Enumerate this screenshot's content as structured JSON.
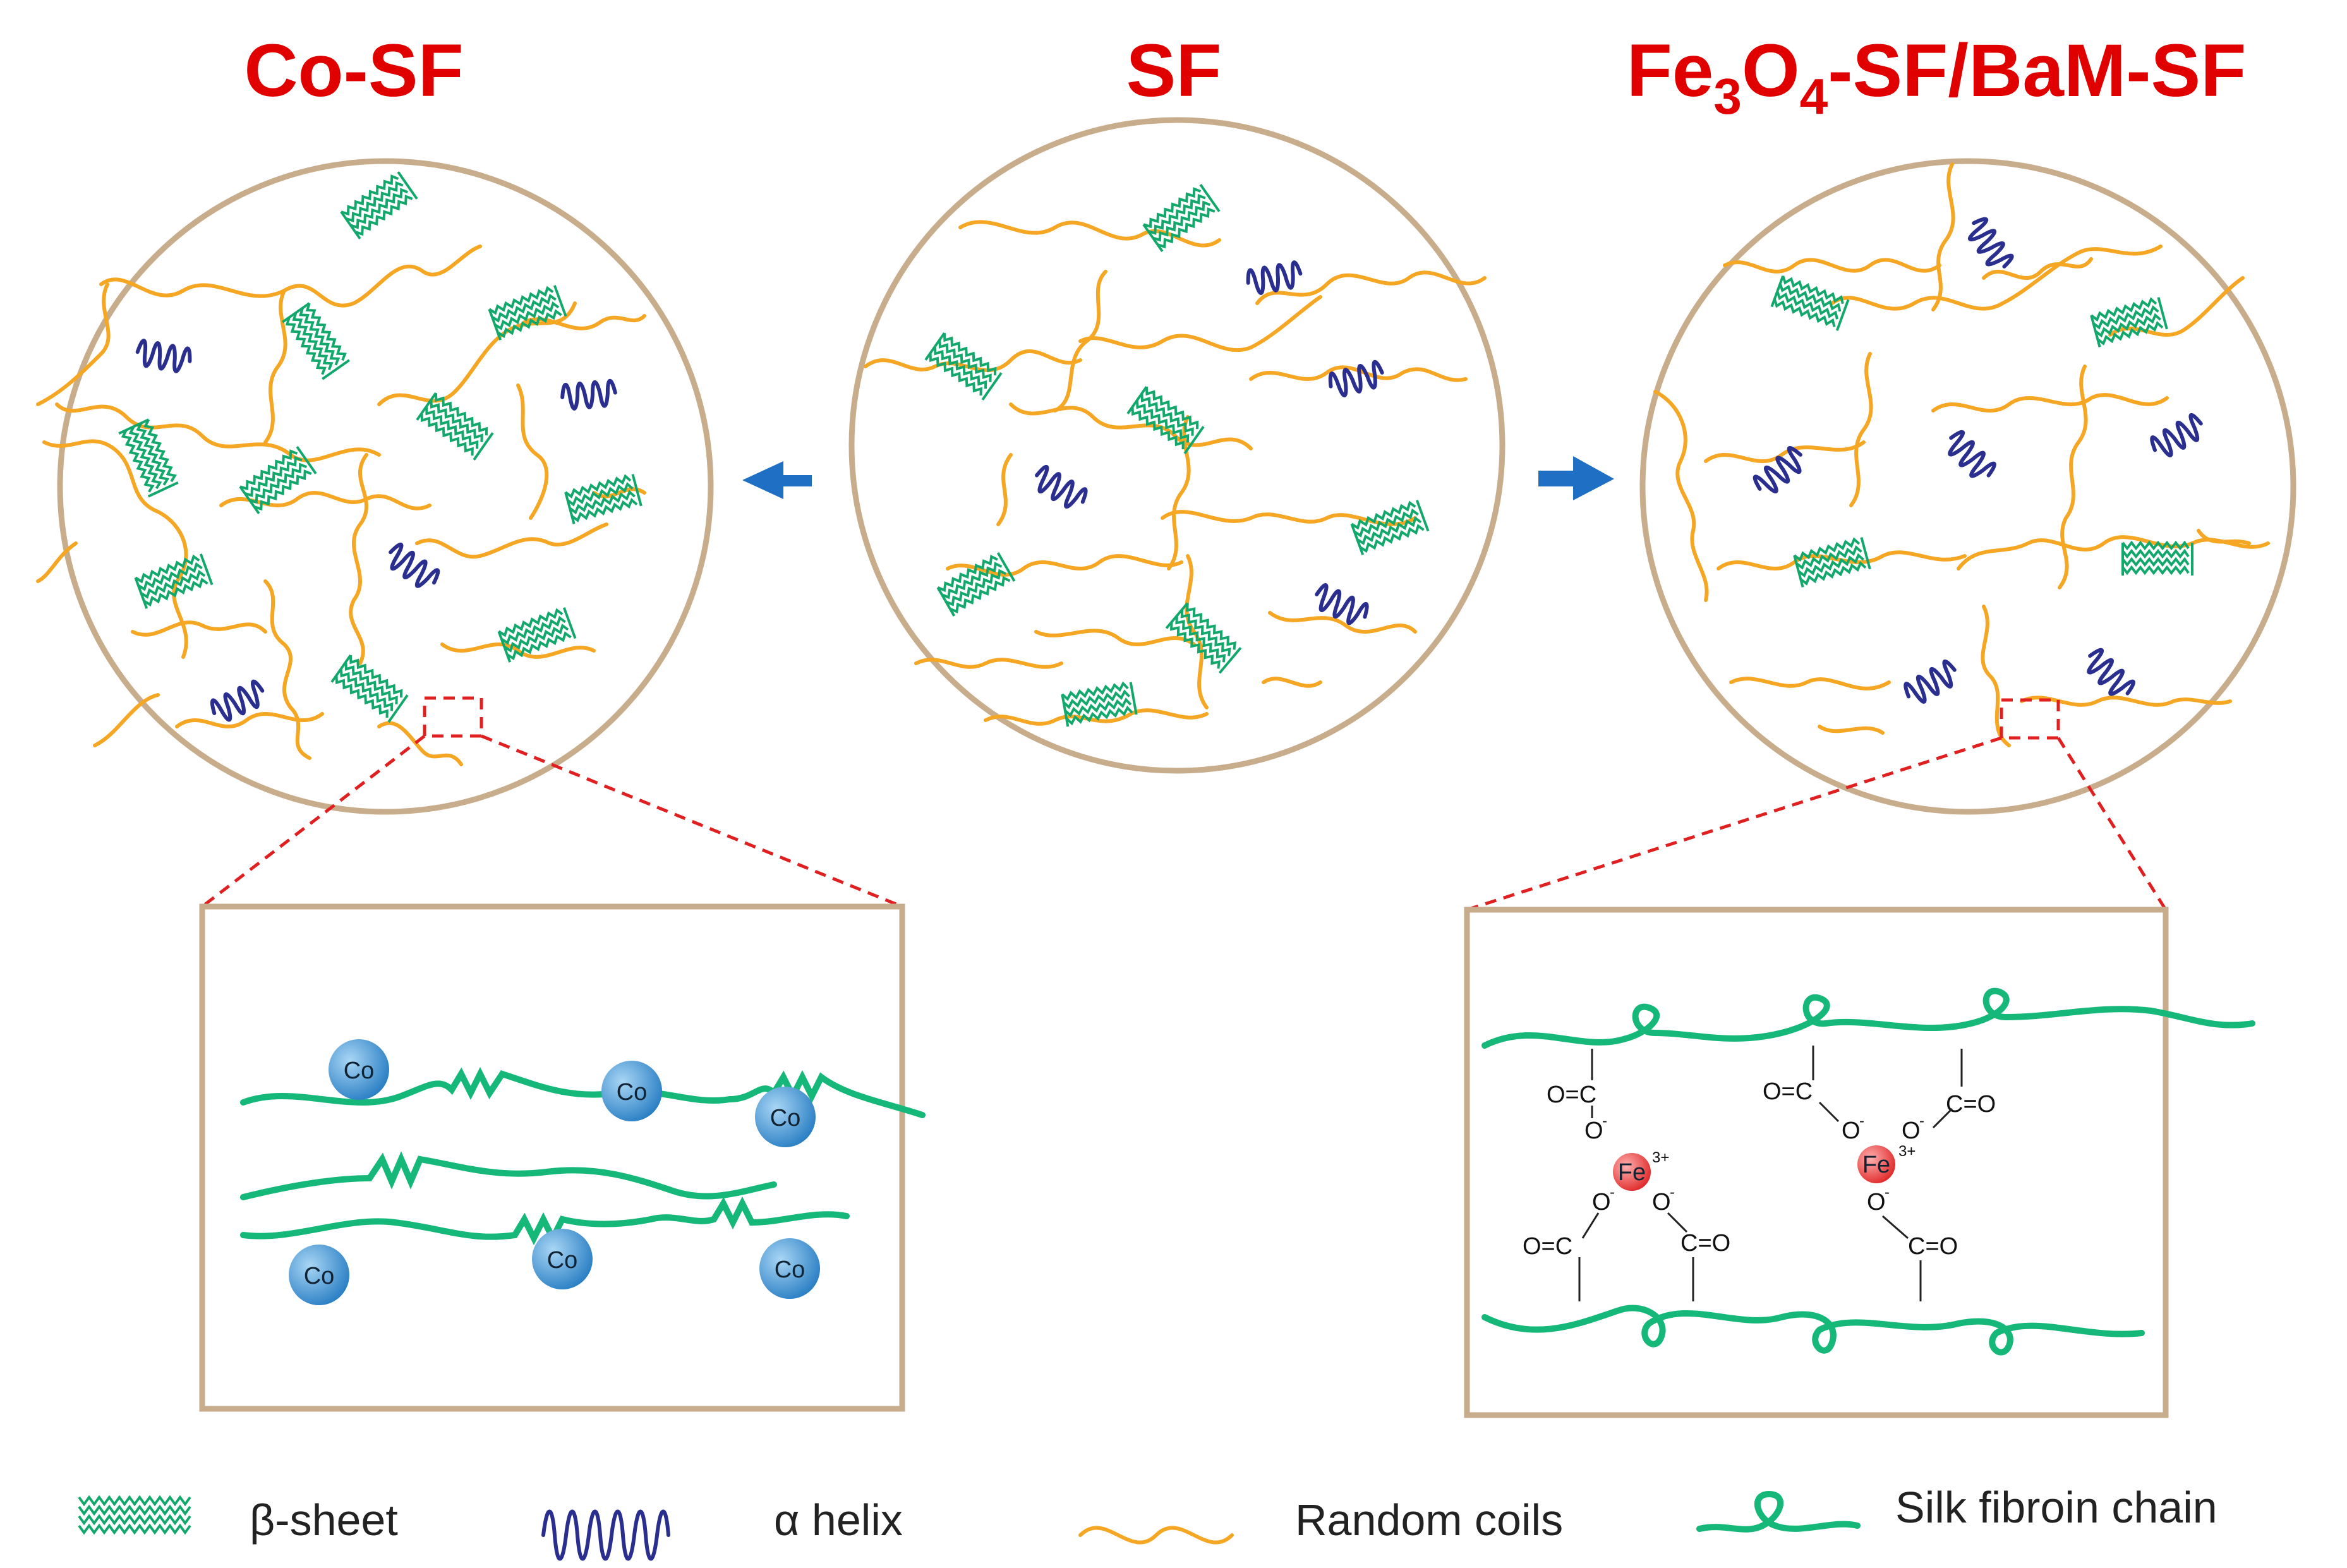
{
  "titles": {
    "left": "Co-SF",
    "center": "SF",
    "right_main_1": "Fe",
    "right_sub_1": "3",
    "right_main_2": "O",
    "right_sub_2": "4",
    "right_main_3": "-SF/BaM-SF"
  },
  "ions": {
    "cobalt": "Co",
    "iron": "Fe",
    "iron_charge": "3+"
  },
  "chemistry": {
    "carbon": "C",
    "oxygen": "O",
    "carbonyl": "O=C",
    "carbonyl_right": "C=O",
    "anion_charge": "-"
  },
  "legend": {
    "beta_sheet": "β-sheet",
    "alpha_helix": "α helix",
    "random_coils": "Random coils",
    "silk_chain": "Silk fibroin chain"
  },
  "colors": {
    "title": "#e00000",
    "random_coil": "#f5a623",
    "alpha_helix": "#2a2f8f",
    "beta_sheet": "#13a86b",
    "silk_chain": "#16b87a",
    "frame": "#c8ad8c",
    "arrow": "#1f6fc5",
    "cobalt_ion": "#3a8fd0",
    "iron_ion": "#e53030"
  }
}
